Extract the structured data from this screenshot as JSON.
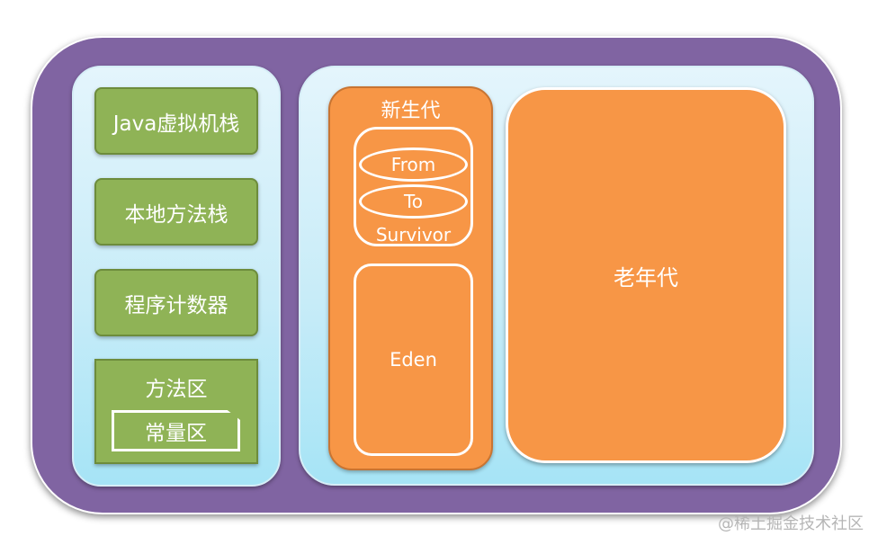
{
  "left_stack": {
    "java_vm_stack": "Java虚拟机栈",
    "native_method_stack": "本地方法栈",
    "program_counter": "程序计数器",
    "method_area": "方法区",
    "constant_pool": "常量区"
  },
  "heap": {
    "young_generation": "新生代",
    "from_label": "From",
    "to_label": "To",
    "survivor_label": "Survivor",
    "eden_label": "Eden",
    "old_generation": "老年代"
  },
  "watermark": "@稀土掘金技术社区",
  "colors": {
    "outer_frame": "#8064a2",
    "green_block": "#8fb356",
    "orange_block": "#f79646",
    "panel": "#c8ecf8"
  }
}
